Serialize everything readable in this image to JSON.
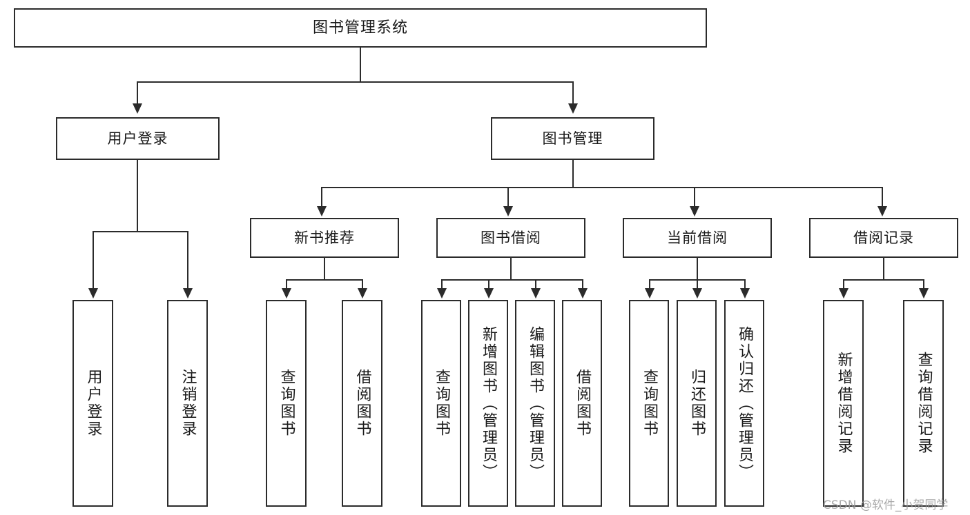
{
  "diagram": {
    "title": "图书管理系统",
    "type": "tree-hierarchy",
    "watermark": "CSDN @软件_小贺同学",
    "root": {
      "label": "图书管理系统"
    },
    "level2": [
      {
        "label": "用户登录"
      },
      {
        "label": "图书管理"
      }
    ],
    "level3": [
      {
        "label": "新书推荐"
      },
      {
        "label": "图书借阅"
      },
      {
        "label": "当前借阅"
      },
      {
        "label": "借阅记录"
      }
    ],
    "leaves": {
      "user_login": [
        {
          "label": "用户登录"
        },
        {
          "label": "注销登录"
        }
      ],
      "new_book": [
        {
          "label": "查询图书"
        },
        {
          "label": "借阅图书"
        }
      ],
      "book_borrow": [
        {
          "label": "查询图书"
        },
        {
          "label": "新增图书（管理员）"
        },
        {
          "label": "编辑图书（管理员）"
        },
        {
          "label": "借阅图书"
        }
      ],
      "current_borrow": [
        {
          "label": "查询图书"
        },
        {
          "label": "归还图书"
        },
        {
          "label": "确认归还（管理员）"
        }
      ],
      "borrow_record": [
        {
          "label": "新增借阅记录"
        },
        {
          "label": "查询借阅记录"
        }
      ]
    },
    "colors": {
      "stroke": "#2b2b2b",
      "fill": "#ffffff",
      "text": "#1a1a1a",
      "watermark": "#9a9a9a"
    }
  }
}
